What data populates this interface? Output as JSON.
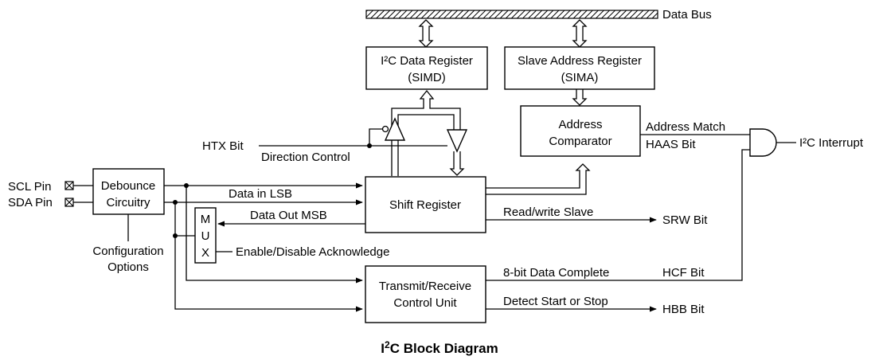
{
  "bus": {
    "label": "Data Bus"
  },
  "blocks": {
    "simd_line1": "I²C Data Register",
    "simd_line2": "(SIMD)",
    "sima_line1": "Slave Address Register",
    "sima_line2": "(SIMA)",
    "comparator_line1": "Address",
    "comparator_line2": "Comparator",
    "shift_register": "Shift Register",
    "debounce_line1": "Debounce",
    "debounce_line2": "Circuitry",
    "trcu_line1": "Transmit/Receive",
    "trcu_line2": "Control Unit",
    "mux_letters": [
      "M",
      "U",
      "X"
    ]
  },
  "pins": {
    "scl": "SCL Pin",
    "sda": "SDA Pin"
  },
  "signals": {
    "htx_bit": "HTX Bit",
    "direction_control": "Direction Control",
    "data_in_lsb": "Data in LSB",
    "data_out_msb": "Data Out MSB",
    "enable_ack": "Enable/Disable Acknowledge",
    "config_line1": "Configuration",
    "config_line2": "Options",
    "address_match": "Address Match",
    "haas_bit": "HAAS Bit",
    "i2c_interrupt": "I²C Interrupt",
    "read_write_slave": "Read/write Slave",
    "srw_bit": "SRW Bit",
    "data_complete": "8-bit Data Complete",
    "hcf_bit": "HCF Bit",
    "detect_start_stop": "Detect Start or Stop",
    "hbb_bit": "HBB Bit"
  },
  "caption": {
    "prefix": "I",
    "sup": "2",
    "rest": "C Block Diagram"
  }
}
